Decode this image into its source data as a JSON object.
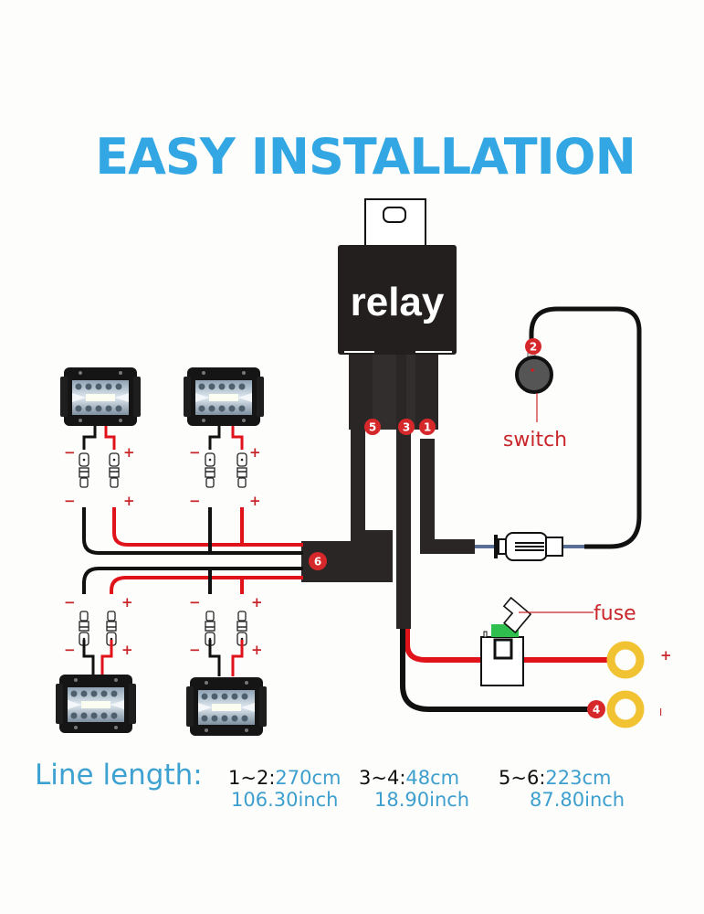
{
  "title": "EASY INSTALLATION",
  "components": {
    "relay_label": "relay",
    "switch_label": "switch",
    "fuse_label": "fuse",
    "terminal_positive": "+",
    "terminal_negative": "I"
  },
  "pins": [
    {
      "id": "5",
      "label": "5"
    },
    {
      "id": "3",
      "label": "3"
    },
    {
      "id": "1",
      "label": "1"
    },
    {
      "id": "2",
      "label": "2"
    },
    {
      "id": "4",
      "label": "4"
    },
    {
      "id": "6",
      "label": "6"
    }
  ],
  "lights": [
    {
      "id": "light-top-left",
      "minus": "−",
      "plus": "+"
    },
    {
      "id": "light-top-right",
      "minus": "−",
      "plus": "+"
    },
    {
      "id": "light-bottom-left",
      "minus": "−",
      "plus": "+"
    },
    {
      "id": "light-bottom-right",
      "minus": "−",
      "plus": "+"
    }
  ],
  "line_length": {
    "label": "Line length:",
    "segments": [
      {
        "range": "1~2:",
        "cm": "270cm",
        "inch": "106.30inch"
      },
      {
        "range": "3~4:",
        "cm": "48cm",
        "inch": "18.90inch"
      },
      {
        "range": "5~6:",
        "cm": "223cm",
        "inch": "87.80inch"
      }
    ]
  },
  "colors": {
    "title_blue": "#33a7e3",
    "wire_red": "#e0131b",
    "wire_black": "#111111",
    "badge_red": "#d6282b",
    "ring_terminal": "#f1c232",
    "fuse_green": "#2fbf4f",
    "harness": "#2a2626"
  }
}
